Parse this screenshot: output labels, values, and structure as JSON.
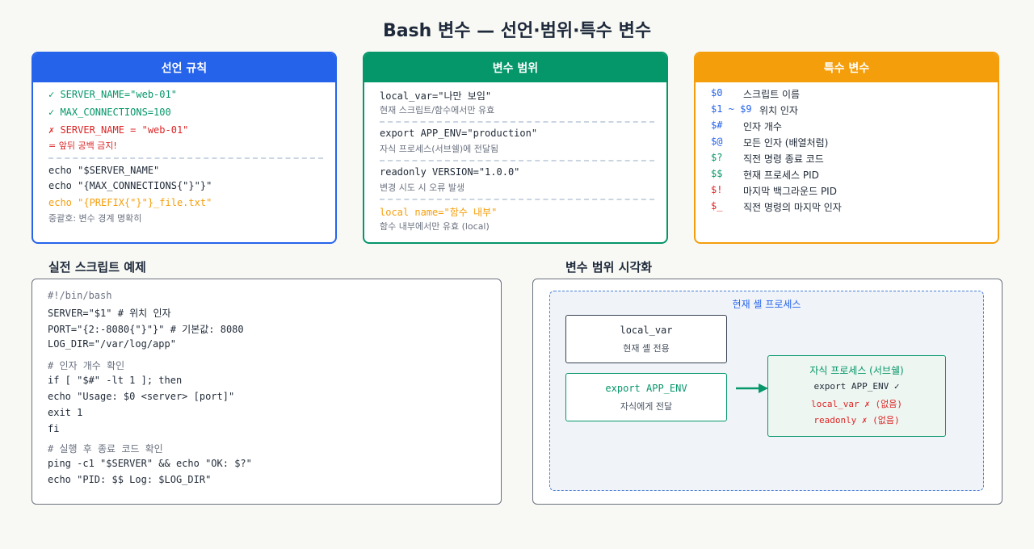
{
  "title": "Bash 변수 — 선언·범위·특수 변수",
  "declare": {
    "header": "선언 규칙",
    "good1": "✓ SERVER_NAME=\"web-01\"",
    "good2": "✓ MAX_CONNECTIONS=100",
    "bad": "✗ SERVER_NAME = \"web-01\"",
    "bad_note": "= 앞뒤 공백 금지!",
    "echo1": "echo \"$SERVER_NAME\"",
    "echo2": "echo \"{MAX_CONNECTIONS{\"}\"}\"",
    "echo3": "echo \"{PREFIX{\"}\"}_file.txt\"",
    "brace_note": "중괄호: 변수 경계 명확히"
  },
  "scope": {
    "header": "변수 범위",
    "items": [
      {
        "code": "local_var=\"나만 보임\"",
        "desc": "현재 스크립트/함수에서만 유효"
      },
      {
        "code": "export APP_ENV=\"production\"",
        "desc": "자식 프로세스(서브쉘)에 전달됨"
      },
      {
        "code": "readonly VERSION=\"1.0.0\"",
        "desc": "변경 시도 시 오류 발생"
      },
      {
        "code": "local name=\"함수 내부\"",
        "desc": "함수 내부에서만 유효 (local)"
      }
    ]
  },
  "special": {
    "header": "특수 변수",
    "items": [
      {
        "name": "$0",
        "desc": "스크립트 이름"
      },
      {
        "name": "$1 ~ $9",
        "desc": "위치 인자"
      },
      {
        "name": "$#",
        "desc": "인자 개수"
      },
      {
        "name": "$@",
        "desc": "모든 인자 (배열처럼)"
      },
      {
        "name": "$?",
        "desc": "직전 명령 종료 코드"
      },
      {
        "name": "$$",
        "desc": "현재 프로세스 PID"
      },
      {
        "name": "$!",
        "desc": "마지막 백그라운드 PID"
      },
      {
        "name": "$_",
        "desc": "직전 명령의 마지막 인자"
      }
    ]
  },
  "script": {
    "section_title": "실전 스크립트 예제",
    "lines": [
      "#!/bin/bash",
      "SERVER=\"$1\" # 위치 인자",
      "PORT=\"{2:-8080{\"}\"}\" # 기본값: 8080",
      "LOG_DIR=\"/var/log/app\"",
      "# 인자 개수 확인",
      "if [ \"$#\" -lt 1 ]; then",
      "echo \"Usage: $0 <server> [port]\"",
      "exit 1",
      "fi",
      "# 실행 후 종료 코드 확인",
      "ping -c1 \"$SERVER\" && echo \"OK: $?\"",
      "echo \"PID: $$ Log: $LOG_DIR\""
    ]
  },
  "viz": {
    "section_title": "변수 범위 시각화",
    "shell_label": "현재 셸 프로세스",
    "local_code": "local_var",
    "local_desc": "현재 셸 전용",
    "export_code": "export APP_ENV",
    "export_desc": "자식에게 전달",
    "child_title": "자식 프로세스 (서브쉘)",
    "child_ok": "export APP_ENV ✓",
    "child_no1": "local_var ✗ (없음)",
    "child_no2": "readonly ✗ (없음)"
  },
  "colors": {
    "blue": "#2563eb",
    "green": "#059669",
    "orange": "#f59e0b",
    "red": "#dc2626"
  }
}
